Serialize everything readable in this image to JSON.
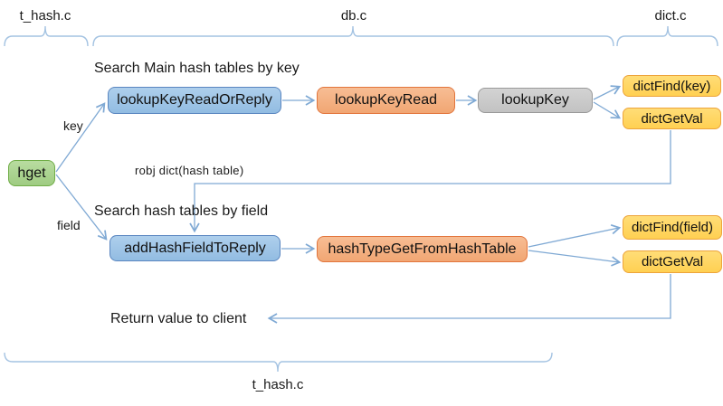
{
  "braces": {
    "t_hash_top": "t_hash.c",
    "db": "db.c",
    "dict": "dict.c",
    "t_hash_bottom": "t_hash.c"
  },
  "annotations": {
    "search_main": "Search Main hash tables by key",
    "search_field": "Search hash tables by field",
    "key": "key",
    "field": "field",
    "robj": "robj dict(hash table)",
    "return_value": "Return value to client"
  },
  "nodes": {
    "hget": "hget",
    "lookup_key_read_or_reply": "lookupKeyReadOrReply",
    "lookup_key_read": "lookupKeyRead",
    "lookup_key": "lookupKey",
    "dict_find_key": "dictFind(key)",
    "dict_get_val_1": "dictGetVal",
    "add_hash_field_to_reply": "addHashFieldToReply",
    "hash_type_get_from_hash_table": "hashTypeGetFromHashTable",
    "dict_find_field": "dictFind(field)",
    "dict_get_val_2": "dictGetVal"
  },
  "colors": {
    "green_fill": "#a9d18e",
    "green_border": "#70ad47",
    "blue_fill": "#9dc3e6",
    "blue_border": "#5a86c0",
    "orange_fill": "#f4b183",
    "orange_border": "#e2753c",
    "gray_fill": "#c9c9c9",
    "gray_border": "#999999",
    "yellow_fill": "#ffd45e",
    "yellow_border": "#eda43b",
    "connector": "#7fa9d4",
    "brace": "#a4c3e2",
    "text": "#1a1a1a"
  }
}
